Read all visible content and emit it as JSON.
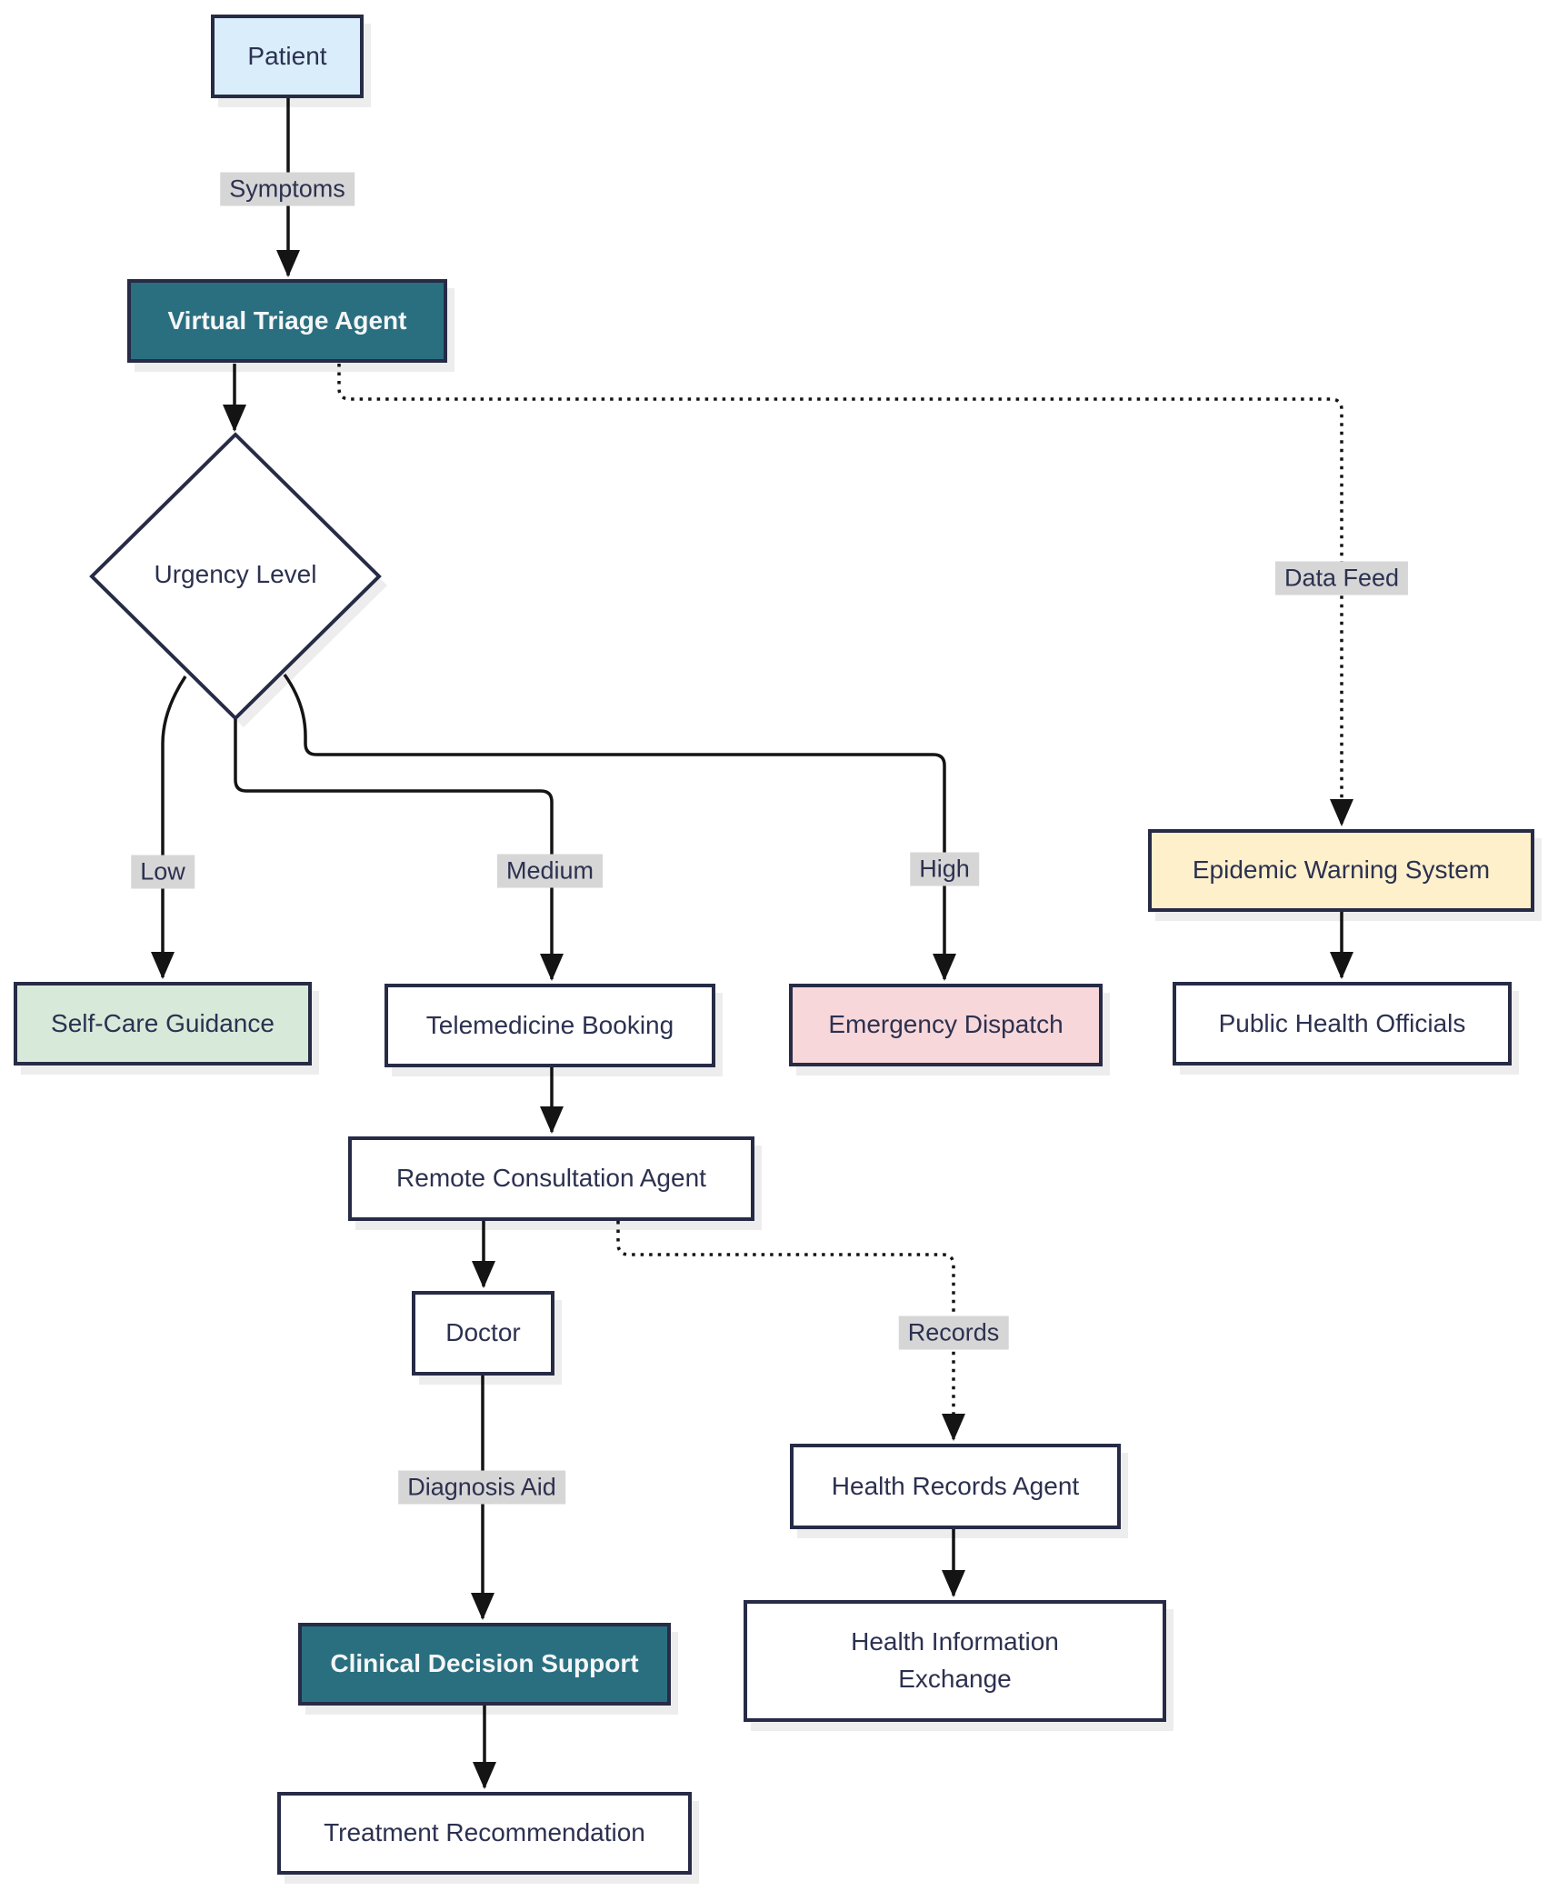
{
  "diagram": {
    "title": "Virtual triage and telemedicine agent flowchart",
    "nodes": {
      "patient": {
        "label": "Patient",
        "fill": "#d9edfa"
      },
      "virtual_triage_agent": {
        "label": "Virtual Triage Agent",
        "fill": "#2a6f80"
      },
      "urgency_level": {
        "label": "Urgency Level",
        "fill": "#ffffff",
        "shape": "diamond"
      },
      "self_care_guidance": {
        "label": "Self-Care Guidance",
        "fill": "#d7e9d9"
      },
      "telemedicine_booking": {
        "label": "Telemedicine Booking",
        "fill": "#ffffff"
      },
      "emergency_dispatch": {
        "label": "Emergency Dispatch",
        "fill": "#f7d7da"
      },
      "epidemic_warning_system": {
        "label": "Epidemic Warning System",
        "fill": "#fdf0cb"
      },
      "public_health_officials": {
        "label": "Public Health Officials",
        "fill": "#ffffff"
      },
      "remote_consultation_agent": {
        "label": "Remote Consultation Agent",
        "fill": "#ffffff"
      },
      "doctor": {
        "label": "Doctor",
        "fill": "#ffffff"
      },
      "health_records_agent": {
        "label": "Health Records Agent",
        "fill": "#ffffff"
      },
      "clinical_decision_support": {
        "label": "Clinical Decision Support",
        "fill": "#2a6f80"
      },
      "health_information_exchange": {
        "label": "Health Information Exchange",
        "fill": "#ffffff"
      },
      "treatment_recommendation": {
        "label": "Treatment Recommendation",
        "fill": "#ffffff"
      }
    },
    "edge_labels": {
      "symptoms": "Symptoms",
      "low": "Low",
      "medium": "Medium",
      "high": "High",
      "data_feed": "Data Feed",
      "records": "Records",
      "diagnosis_aid": "Diagnosis Aid"
    },
    "edges": [
      {
        "from": "Patient",
        "to": "Virtual Triage Agent",
        "label": "Symptoms",
        "style": "solid"
      },
      {
        "from": "Virtual Triage Agent",
        "to": "Urgency Level",
        "label": "",
        "style": "solid"
      },
      {
        "from": "Virtual Triage Agent",
        "to": "Epidemic Warning System",
        "label": "Data Feed",
        "style": "dotted"
      },
      {
        "from": "Urgency Level",
        "to": "Self-Care Guidance",
        "label": "Low",
        "style": "solid"
      },
      {
        "from": "Urgency Level",
        "to": "Telemedicine Booking",
        "label": "Medium",
        "style": "solid"
      },
      {
        "from": "Urgency Level",
        "to": "Emergency Dispatch",
        "label": "High",
        "style": "solid"
      },
      {
        "from": "Epidemic Warning System",
        "to": "Public Health Officials",
        "label": "",
        "style": "solid"
      },
      {
        "from": "Telemedicine Booking",
        "to": "Remote Consultation Agent",
        "label": "",
        "style": "solid"
      },
      {
        "from": "Remote Consultation Agent",
        "to": "Doctor",
        "label": "",
        "style": "solid"
      },
      {
        "from": "Remote Consultation Agent",
        "to": "Health Records Agent",
        "label": "Records",
        "style": "dotted"
      },
      {
        "from": "Doctor",
        "to": "Clinical Decision Support",
        "label": "Diagnosis Aid",
        "style": "solid"
      },
      {
        "from": "Health Records Agent",
        "to": "Health Information Exchange",
        "label": "",
        "style": "solid"
      },
      {
        "from": "Clinical Decision Support",
        "to": "Treatment Recommendation",
        "label": "",
        "style": "solid"
      }
    ],
    "colors": {
      "background": "#ffffff",
      "node_border": "#272b46",
      "node_text": "#2c3150",
      "accent_teal": "#2a6f80",
      "teal_text": "#f5f6f7",
      "patient_blue": "#d9edfa",
      "selfcare_green": "#d7e9d9",
      "emergency_pink": "#f7d7da",
      "epidemic_yellow": "#fdf0cb",
      "edge_line": "#141414",
      "edge_label_bg": "#d6d6d6"
    }
  }
}
